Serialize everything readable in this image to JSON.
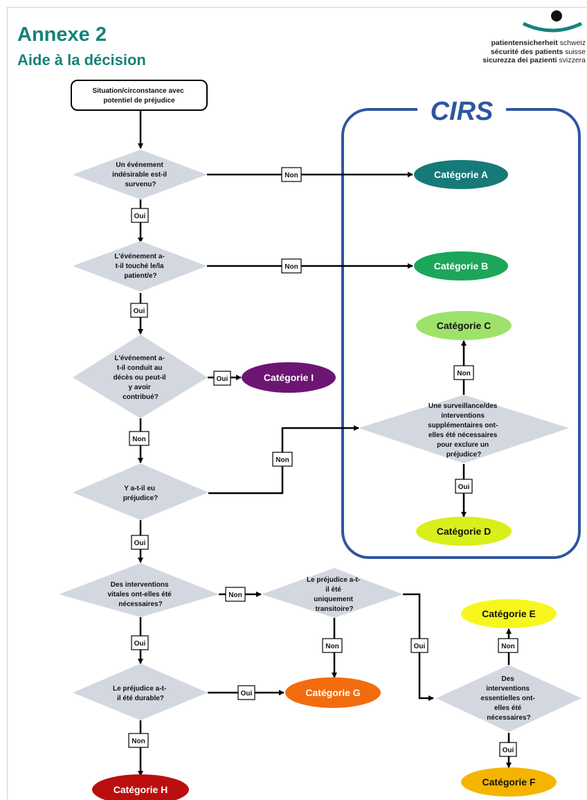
{
  "header": {
    "title": "Annexe 2",
    "subtitle": "Aide à la décision"
  },
  "logo": {
    "icon": "patient-safety-logo-icon",
    "lines": [
      {
        "bold": "patientensicherheit",
        "rest": "schweiz"
      },
      {
        "bold": "sécurité des patients",
        "rest": "suisse"
      },
      {
        "bold": "sicurezza dei pazienti",
        "rest": "svizzera"
      }
    ]
  },
  "cirs_label": "CIRS",
  "start": [
    "Situation/circonstance avec",
    "potentiel de préjudice"
  ],
  "decisions": {
    "d1": [
      "Un événement",
      "indésirable est-il",
      "survenu?"
    ],
    "d2": [
      "L'événement a-",
      "t-il touché le/la",
      "patient/e?"
    ],
    "d3": [
      "L'événement a-",
      "t-il conduit au",
      "décès ou peut-il",
      "y avoir",
      "contribué?"
    ],
    "d4": [
      "Y a-t-il eu",
      "préjudice?"
    ],
    "d5": [
      "Une surveillance/des",
      "interventions",
      "supplémentaires ont-",
      "elles été nécessaires",
      "pour exclure un",
      "préjudice?"
    ],
    "d6": [
      "Des interventions",
      "vitales ont-elles été",
      "nécessaires?"
    ],
    "d7": [
      "Le préjudice a-t-",
      "il été",
      "uniquement",
      "transitoire?"
    ],
    "d8": [
      "Le préjudice a-t-",
      "il été durable?"
    ],
    "d9": [
      "Des",
      "interventions",
      "essentielles ont-",
      "elles été",
      "nécessaires?"
    ]
  },
  "labels": {
    "oui": "Oui",
    "non": "Non"
  },
  "categories": {
    "A": {
      "label": "Catégorie A",
      "color": "#167a78",
      "text_color": "#ffffff"
    },
    "B": {
      "label": "Catégorie B",
      "color": "#1ba65b",
      "text_color": "#ffffff"
    },
    "C": {
      "label": "Catégorie C",
      "color": "#9ee26c",
      "text_color": "#111111"
    },
    "D": {
      "label": "Catégorie D",
      "color": "#d9ef1a",
      "text_color": "#111111"
    },
    "E": {
      "label": "Catégorie E",
      "color": "#f7f71e",
      "text_color": "#111111"
    },
    "F": {
      "label": "Catégorie F",
      "color": "#f5b400",
      "text_color": "#111111"
    },
    "G": {
      "label": "Catégorie G",
      "color": "#f26c0d",
      "text_color": "#ffffff"
    },
    "H": {
      "label": "Catégorie H",
      "color": "#bb0f0f",
      "text_color": "#ffffff"
    },
    "I": {
      "label": "Catégorie I",
      "color": "#6d1573",
      "text_color": "#ffffff"
    }
  },
  "colors": {
    "diamond": "#d3d8e0",
    "cirs_border": "#2f55a0",
    "title": "#17827b",
    "logo_teal": "#17827b"
  }
}
